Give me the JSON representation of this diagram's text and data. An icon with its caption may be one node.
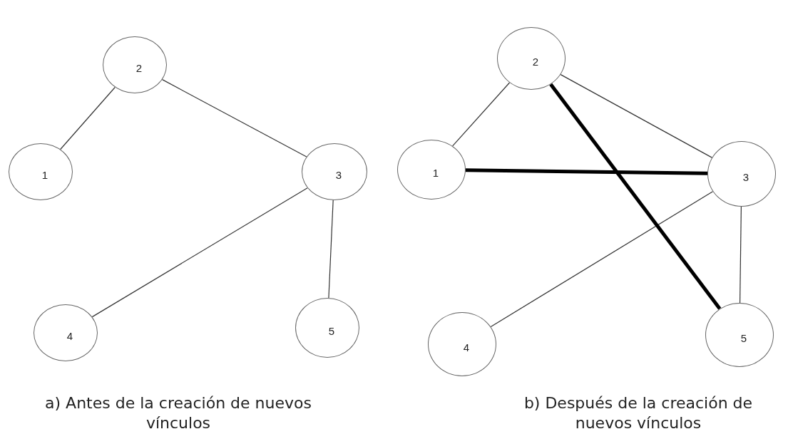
{
  "diagram": {
    "nodes": [
      {
        "text": [
          "2"
        ]
      },
      {
        "text": [
          "1"
        ]
      },
      {
        "text": [
          "3"
        ]
      },
      {
        "text": [
          "4"
        ]
      },
      {
        "text": [
          "5"
        ]
      },
      {
        "text": [
          "2"
        ]
      },
      {
        "text": [
          "1"
        ]
      },
      {
        "text": [
          "3"
        ]
      },
      {
        "text": [
          "4"
        ]
      },
      {
        "text": [
          "5"
        ]
      }
    ],
    "edges": [
      {
        "from": 0,
        "to": 1,
        "arrow": "none"
      },
      {
        "from": 0,
        "to": 2,
        "arrow": "none"
      },
      {
        "from": 2,
        "to": 3,
        "arrow": "none"
      },
      {
        "from": 2,
        "to": 4,
        "arrow": "none"
      },
      {
        "from": 5,
        "to": 6,
        "arrow": "none"
      },
      {
        "from": 5,
        "to": 7,
        "arrow": "none"
      },
      {
        "from": 7,
        "to": 8,
        "arrow": "none"
      },
      {
        "from": 7,
        "to": 9,
        "arrow": "none"
      },
      {
        "from": 6,
        "to": 7,
        "arrow": "none",
        "style": "thick"
      },
      {
        "from": 5,
        "to": 9,
        "arrow": "none",
        "style": "thick"
      }
    ],
    "labels": [
      "a) Antes de la creación de nuevos vínculos",
      "b) Después de la creación de nuevos vínculos"
    ]
  }
}
